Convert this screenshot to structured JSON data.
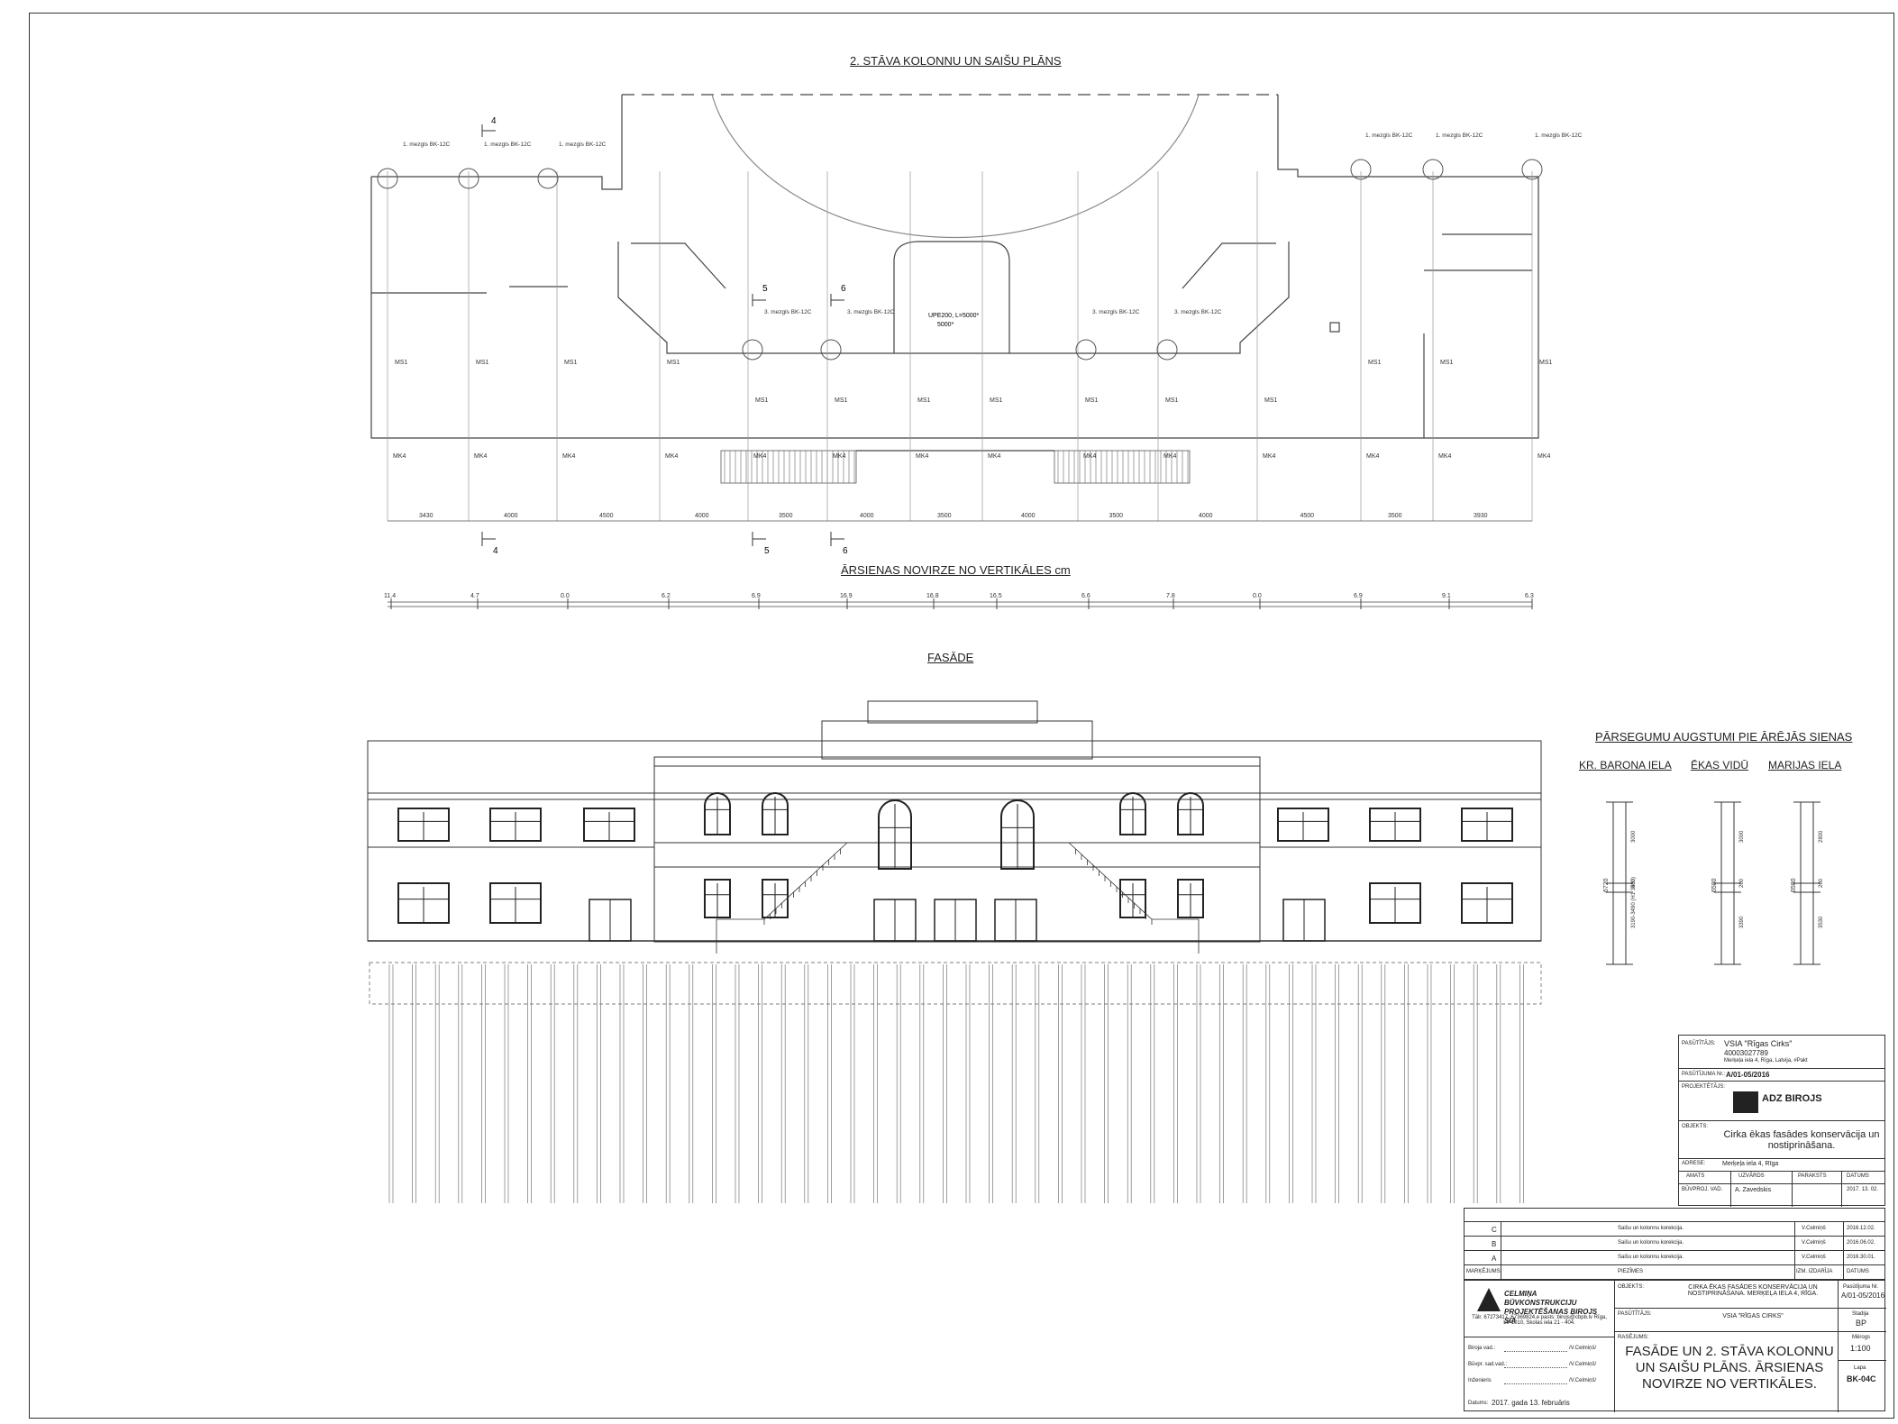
{
  "titles": {
    "plan": "2. STĀVA KOLONNU UN SAIŠU PLĀNS",
    "deviation": "ĀRSIENAS NOVIRZE NO VERTIKĀLES cm",
    "facade": "FASĀDE",
    "heights": "PĀRSEGUMU AUGSTUMI PIE ĀRĒJĀS SIENAS"
  },
  "plan": {
    "node_labels_left": [
      "1. mezgls BK-12C",
      "1. mezgls BK-12C",
      "1. mezgls BK-12C"
    ],
    "node_labels_right": [
      "1. mezgls BK-12C",
      "1. mezgls BK-12C",
      "1. mezgls BK-12C"
    ],
    "node_labels_mid": [
      "3. mezgls BK-12C",
      "3. mezgls BK-12C",
      "3. mezgls BK-12C",
      "3. mezgls BK-12C"
    ],
    "beam_label": "UPE200, L=5000*",
    "beam_sub": "5000*",
    "ms_label": "MS1",
    "mk_label": "MK4",
    "section_marks": [
      "4",
      "5",
      "6"
    ],
    "dimensions": [
      "3430",
      "4000",
      "4500",
      "4000",
      "3500",
      "4000",
      "3500",
      "4000",
      "3500",
      "4000",
      "4500",
      "3500",
      "3930"
    ]
  },
  "deviation_values": [
    "11.4",
    "4.7",
    "0.0",
    "6.2",
    "6.9",
    "16.9",
    "16.8",
    "16.5",
    "6.6",
    "7.8",
    "0.0",
    "6.9",
    "9.1",
    "6.3"
  ],
  "heights": {
    "columns": [
      {
        "name": "KR. BARONA IELA",
        "total": "6720",
        "dims": [
          "3000",
          "500",
          "3190-3490 (H1 3430)"
        ]
      },
      {
        "name": "ĒKAS VIDŪ",
        "total": "6580",
        "dims": [
          "3000",
          "200",
          "3390"
        ]
      },
      {
        "name": "MARIJAS IELA",
        "total": "6580",
        "dims": [
          "2800",
          "200",
          "3530"
        ]
      }
    ]
  },
  "info_block": {
    "client_label": "PASŪTĪTĀJS:",
    "client": "VSIA \"Rīgas Cirks\"",
    "client_reg": "40003027789",
    "client_addr": "Merķeļa iela 4, Rīga, Latvija, #Pakt",
    "order_label": "PASŪTĪJUMA Nr.:",
    "order": "A/01-05/2016",
    "designer_label": "PROJEKTĒTĀJS:",
    "designer_logo": "ADZ BIROJS",
    "object_label": "OBJEKTS:",
    "object": "Cirka ēkas fasādes konservācija un nostiprināšana.",
    "address_label": "ADRESE:",
    "address": "Merķeļa iela 4, Rīga",
    "headers": [
      "AMATS",
      "UZVĀRDS",
      "PARAKSTS",
      "DATUMS"
    ],
    "row": [
      "BŪVPROJ. VAD.",
      "A. Zavedskis",
      "",
      "2017. 13. 02."
    ]
  },
  "revisions": {
    "rows": [
      {
        "mark": "C",
        "note": "Saišu un kolonnu korekcija.",
        "by": "V.Celmiņš",
        "date": "2016.12.02."
      },
      {
        "mark": "B",
        "note": "Saišu un kolonnu korekcija.",
        "by": "V.Celmiņš",
        "date": "2016.06.02."
      },
      {
        "mark": "A",
        "note": "Saišu un kolonnu korekcija.",
        "by": "V.Celmiņš",
        "date": "2016.30.01."
      }
    ],
    "headers": [
      "MARĶĒJUMS",
      "PIEZĪMES",
      "IZM. IZDARĪJA",
      "DATUMS"
    ]
  },
  "main_block": {
    "company": "CELMIŅA BŪVKONSTRUKCIJU PROJEKTĒŠANAS BIROJS SIA",
    "contacts": "Tālr. 67273417, 67369824,e pasts: birojs@cbpb.lv Rīga, LV-1010, Skolas iela 21 - 404.",
    "object_label": "OBJEKTS:",
    "object": "CIRKA ĒKAS FASĀDES KONSERVĀCIJA UN NOSTIPRINĀŠANA. MERĶEĻA IELA 4, RĪGA.",
    "client_label": "PASŪTĪTĀJS:",
    "client": "VSIA \"RĪGAS CIRKS\"",
    "order_label": "Pasūtījuma Nr.",
    "order": "A/01-05/2016",
    "drawing_label": "RASĒJUMS:",
    "drawing": "FASĀDE UN 2. STĀVA KOLONNU UN SAIŠU PLĀNS. ĀRSIENAS NOVIRZE NO VERTIKĀLES.",
    "stage_label": "Stadija",
    "stage": "BP",
    "scale_label": "Mērogs",
    "scale": "1:100",
    "sheet_label": "Lapa",
    "sheet": "BK-04C",
    "sign_rows": [
      {
        "role": "Biroja vad.:",
        "name": "/V.Celmiņš/"
      },
      {
        "role": "Būvpr. sad.vad.:",
        "name": "/V.Celmiņš/"
      },
      {
        "role": "Inženieris",
        "name": "/V.Celmiņš/"
      }
    ],
    "date_label": "Datums:",
    "date": "2017. gada 13. februāris"
  }
}
